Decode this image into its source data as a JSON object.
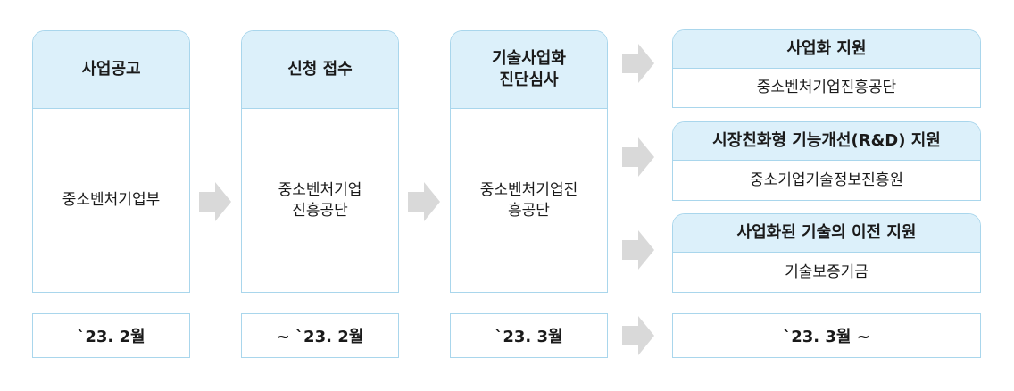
{
  "steps": [
    {
      "title": "사업공고",
      "org": "중소벤처기업부",
      "date": "`23. 2월"
    },
    {
      "title": "신청 접수",
      "org": "중소벤처기업\n진흥공단",
      "date": "~ `23. 2월"
    },
    {
      "title": "기술사업화\n진단심사",
      "org": "중소벤처기업진\n흥공단",
      "date": "`23. 3월"
    }
  ],
  "supports": [
    {
      "title": "사업화 지원",
      "org": "중소벤처기업진흥공단"
    },
    {
      "title": "시장친화형 기능개선(R&D) 지원",
      "org": "중소기업기술정보진흥원"
    },
    {
      "title": "사업화된 기술의 이전 지원",
      "org": "기술보증기금"
    }
  ],
  "support_date": "`23. 3월 ~",
  "colors": {
    "header_fill": "#dcf0fa",
    "border": "#a9d6ec",
    "arrow": "#d9d9d9"
  }
}
